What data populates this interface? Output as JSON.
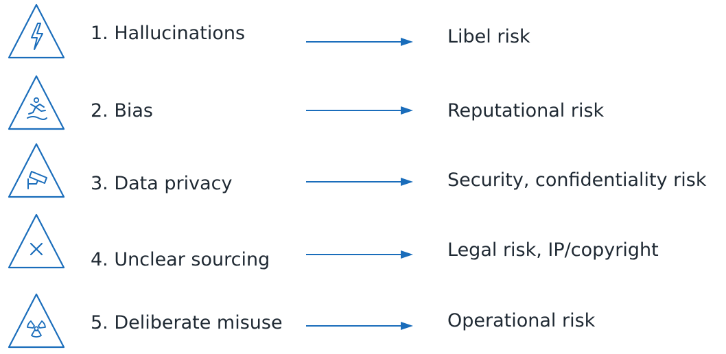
{
  "colors": {
    "accent": "#1a6dbb",
    "text": "#1f2933"
  },
  "rows": [
    {
      "issue": "1. Hallucinations",
      "risk": "Libel risk",
      "icon": "lightning-warning-icon"
    },
    {
      "issue": "2. Bias",
      "risk": "Reputational risk",
      "icon": "slip-hazard-warning-icon"
    },
    {
      "issue": "3. Data privacy",
      "risk": "Security, confidentiality risk",
      "icon": "cctv-camera-warning-icon"
    },
    {
      "issue": "4. Unclear sourcing",
      "risk": "Legal risk, IP/copyright",
      "icon": "x-warning-icon"
    },
    {
      "issue": "5. Deliberate misuse",
      "risk": "Operational risk",
      "icon": "radiation-warning-icon"
    }
  ]
}
